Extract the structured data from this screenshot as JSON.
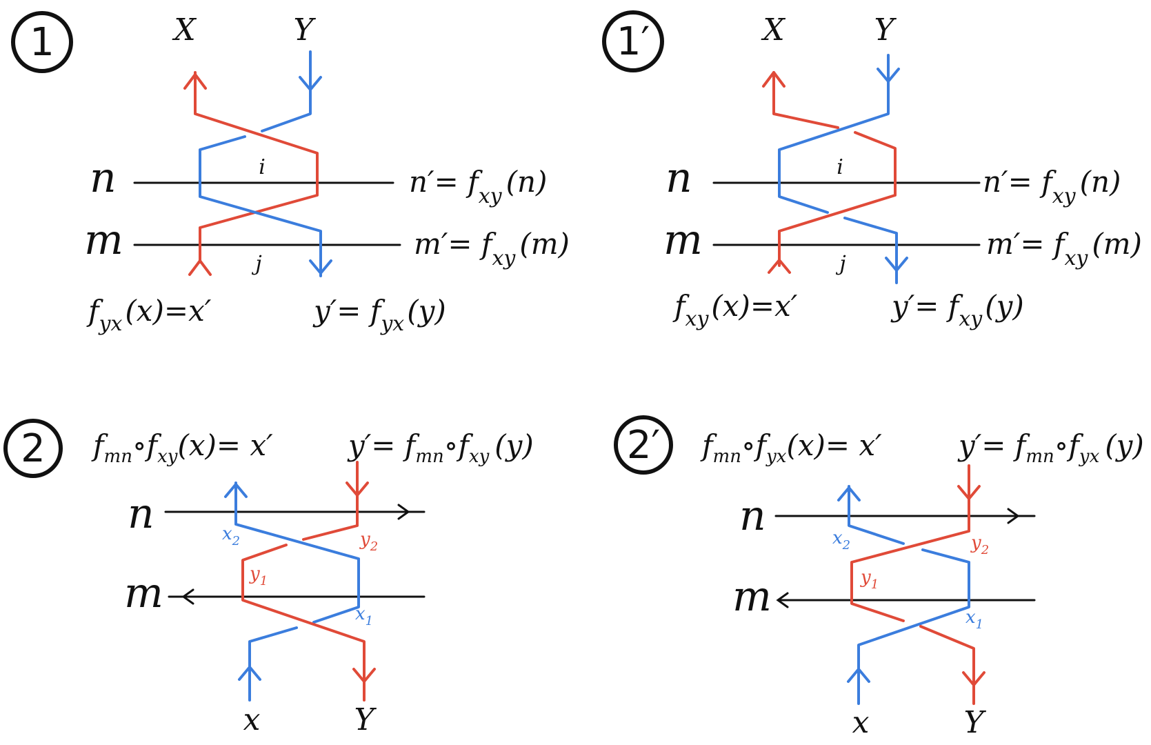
{
  "panels": [
    {
      "number": "1",
      "top_left": "X",
      "top_right": "Y",
      "row_n": "n",
      "row_m": "m",
      "index_i": "i",
      "index_j": "j",
      "right_n": "n′= f",
      "right_n_sub": "xy",
      "right_n_arg": "(n)",
      "right_m": "m′= f",
      "right_m_sub": "xy",
      "right_m_arg": "(m)",
      "bottom_left": "f",
      "bottom_left_sub": "yx",
      "bottom_left_rest": "(x)=x′",
      "bottom_right": "y′= f",
      "bottom_right_sub": "yx",
      "bottom_right_arg": "(y)"
    },
    {
      "number": "1′",
      "top_left": "X",
      "top_right": "Y",
      "row_n": "n",
      "row_m": "m",
      "index_i": "i",
      "index_j": "j",
      "right_n": "n′= f",
      "right_n_sub": "xy",
      "right_n_arg": "(n)",
      "right_m": "m′= f",
      "right_m_sub": "xy",
      "right_m_arg": "(m)",
      "bottom_left": "f",
      "bottom_left_sub": "xy",
      "bottom_left_rest": "(x)=x′",
      "bottom_right": "y′= f",
      "bottom_right_sub": "xy",
      "bottom_right_arg": "(y)"
    },
    {
      "number": "2",
      "top_left_a": "f",
      "top_left_a_sub": "mn",
      "top_left_b": "∘f",
      "top_left_b_sub": "xy",
      "top_left_rest": "(x)= x′",
      "top_right_a": "y′= f",
      "top_right_a_sub": "mn",
      "top_right_b": "∘f",
      "top_right_b_sub": "xy",
      "top_right_rest": "(y)",
      "row_n": "n",
      "row_m": "m",
      "x2": "x",
      "x2_sub": "2",
      "y2": "y",
      "y2_sub": "2",
      "y1": "y",
      "y1_sub": "1",
      "x1": "x",
      "x1_sub": "1",
      "bottom_left": "x",
      "bottom_right": "Y"
    },
    {
      "number": "2′",
      "top_left_a": "f",
      "top_left_a_sub": "mn",
      "top_left_b": "∘f",
      "top_left_b_sub": "yx",
      "top_left_rest": "(x)= x′",
      "top_right_a": "y′= f",
      "top_right_a_sub": "mn",
      "top_right_b": "∘f",
      "top_right_b_sub": "yx",
      "top_right_rest": "(y)",
      "row_n": "n",
      "row_m": "m",
      "x2": "x",
      "x2_sub": "2",
      "y2": "y",
      "y2_sub": "2",
      "y1": "y",
      "y1_sub": "1",
      "x1": "x",
      "x1_sub": "1",
      "bottom_left": "x",
      "bottom_right": "Y"
    }
  ],
  "colors": {
    "red": "#e04a38",
    "blue": "#3b7ddd",
    "ink": "#111111"
  }
}
